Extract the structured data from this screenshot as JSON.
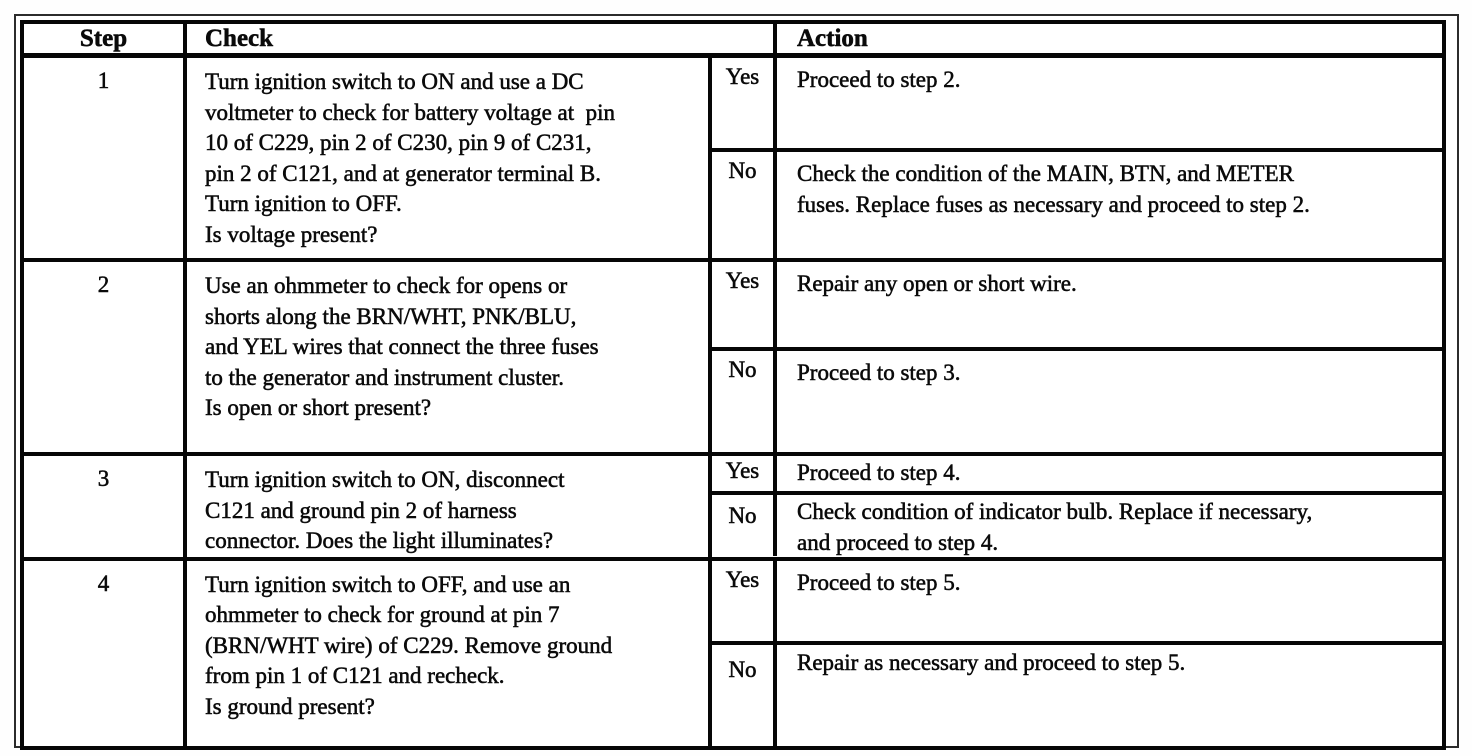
{
  "table": {
    "headers": {
      "step": "Step",
      "check": "Check",
      "action": "Action"
    },
    "rows": [
      {
        "step": "1",
        "check": "Turn ignition switch to ON and use a DC\nvoltmeter to check for battery voltage at  pin\n10 of C229, pin 2 of C230, pin 9 of C231,\npin 2 of C121, and at generator terminal B.\nTurn ignition to OFF.\nIs voltage present?",
        "yes_label": "Yes",
        "yes_action": "Proceed to step 2.",
        "no_label": "No",
        "no_action": "Check the condition of the MAIN, BTN, and METER\nfuses. Replace fuses as necessary and proceed to step 2."
      },
      {
        "step": "2",
        "check": "Use an ohmmeter to check for opens or\nshorts along the BRN/WHT, PNK/BLU,\nand YEL wires that connect the three fuses\nto the generator and instrument cluster.\nIs open or short present?",
        "yes_label": "Yes",
        "yes_action": "Repair any open or short wire.",
        "no_label": "No",
        "no_action": "Proceed to step 3."
      },
      {
        "step": "3",
        "check": "Turn ignition switch to ON, disconnect\nC121 and ground pin 2 of harness\nconnector. Does the light illuminates?",
        "yes_label": "Yes",
        "yes_action": "Proceed to step 4.",
        "no_label": "No",
        "no_action": "Check condition of indicator bulb. Replace if necessary,\nand proceed to step 4."
      },
      {
        "step": "4",
        "check": "Turn ignition switch to OFF, and use an\nohmmeter to check for ground at pin 7\n(BRN/WHT wire) of C229. Remove ground\nfrom pin 1 of C121 and recheck.\nIs ground present?",
        "yes_label": "Yes",
        "yes_action": "Proceed to step 5.",
        "no_label": "No",
        "no_action": "Repair as necessary and proceed to step 5."
      }
    ]
  }
}
